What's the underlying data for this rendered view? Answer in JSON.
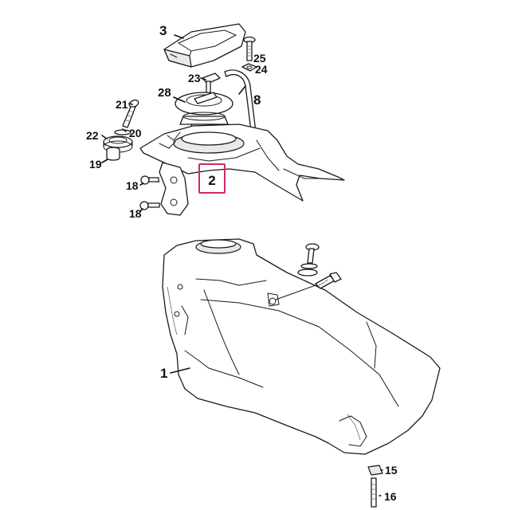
{
  "colors": {
    "highlight": "#d1266f",
    "line": "#1a1a1a"
  },
  "callouts": {
    "c1": "1",
    "c2": "2",
    "c3": "3",
    "c8": "8",
    "c15": "15",
    "c16": "16",
    "c18a": "18",
    "c18b": "18",
    "c19": "19",
    "c20": "20",
    "c21": "21",
    "c22": "22",
    "c23": "23",
    "c24": "24",
    "c25": "25",
    "c28": "28"
  },
  "highlighted_callout": "2"
}
